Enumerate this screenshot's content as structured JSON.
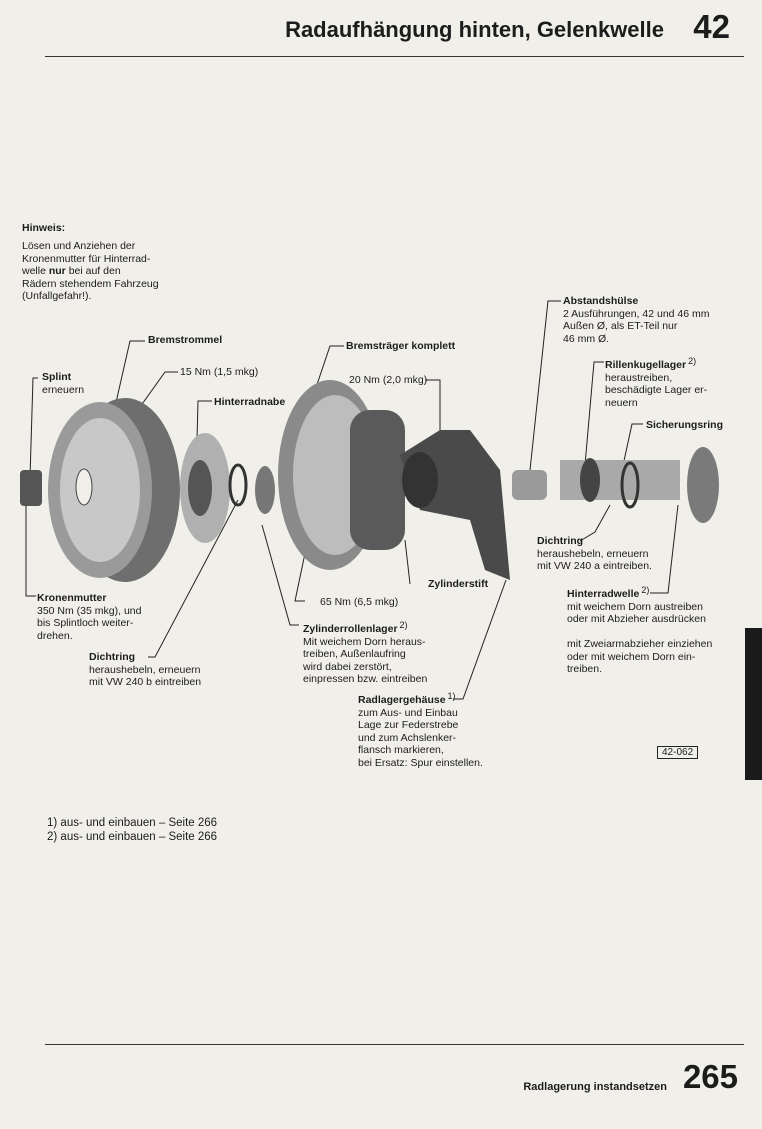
{
  "header": {
    "title": "Radaufhängung hinten, Gelenkwelle",
    "chapter": "42"
  },
  "note": {
    "heading": "Hinweis:",
    "lines": [
      "Lösen und Anziehen der",
      "Kronenmutter für Hinterrad-",
      "welle",
      "nur",
      "bei auf den",
      "Rädern stehendem Fahrzeug",
      "(Unfallgefahr!)."
    ]
  },
  "labels": {
    "bremstrommel": "Bremstrommel",
    "torque15": "15 Nm (1,5 mkg)",
    "splint": {
      "title": "Splint",
      "text": "erneuern"
    },
    "hinterradnabe": "Hinterradnabe",
    "bremstraeger": "Bremsträger komplett",
    "torque20": "20 Nm (2,0 mkg)",
    "abstandshuelse": {
      "title": "Abstandshülse",
      "text": "2 Ausführungen, 42 und 46 mm\nAußen Ø, als ET-Teil nur\n46 mm Ø."
    },
    "rillenkugellager": {
      "title": "Rillenkugellager",
      "ref": "2)",
      "text": "heraustreiben,\nbeschädigte Lager er-\nneuern"
    },
    "sicherungsring": "Sicherungsring",
    "dichtring_right": {
      "title": "Dichtring",
      "text": "heraushebeln, erneuern\nmit VW 240 a eintreiben."
    },
    "hinterradwelle": {
      "title": "Hinterradwelle",
      "ref": "2)",
      "text": "mit weichem Dorn austreiben\noder mit Abzieher ausdrücken\n\nmit Zweiarmabzieher einziehen\noder mit weichem Dorn ein-\ntreiben."
    },
    "zylinderstift": "Zylinderstift",
    "torque65": "65 Nm (6,5 mkg)",
    "kronenmutter": {
      "title": "Kronenmutter",
      "text": "350 Nm (35 mkg), und\nbis Splintloch weiter-\ndrehen."
    },
    "zylinderrollenlager": {
      "title": "Zylinderrollenlager",
      "ref": "2)",
      "text": "Mit weichem Dorn heraus-\ntreiben, Außenlaufring\nwird dabei zerstört,\neinpressen bzw. eintreiben"
    },
    "dichtring_left": {
      "title": "Dichtring",
      "text": "heraushebeln, erneuern\nmit VW 240 b eintreiben"
    },
    "radlagergehaeuse": {
      "title": "Radlagergehäuse",
      "ref": "1)",
      "text": "zum Aus- und Einbau\nLage zur Federstrebe\nund zum Achslenker-\nflansch markieren,\nbei Ersatz: Spur einstellen."
    }
  },
  "figure_id": "42-062",
  "footnotes": [
    "1) aus- und einbauen – Seite 266",
    "2) aus- und einbauen – Seite 266"
  ],
  "footer": {
    "title": "Radlagerung instandsetzen",
    "page": "265"
  }
}
